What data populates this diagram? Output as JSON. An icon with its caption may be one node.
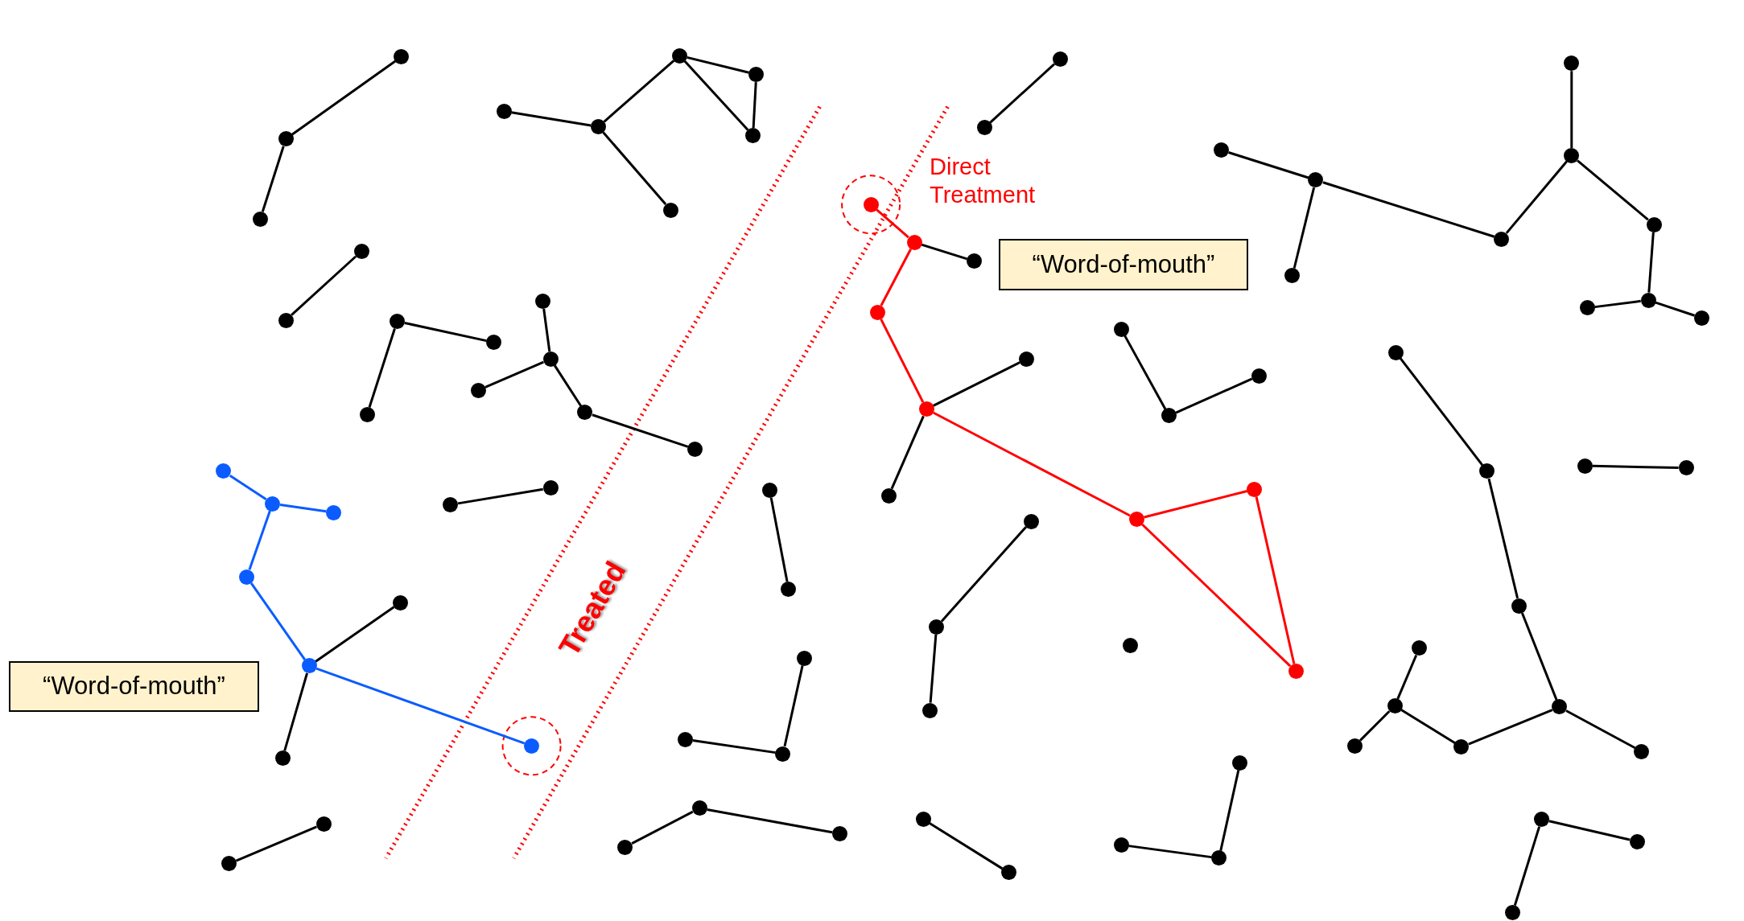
{
  "diagram": {
    "nodes": [
      {
        "text": [],
        "shape": "circle"
      },
      {
        "text": [],
        "shape": "circle"
      },
      {
        "text": [],
        "shape": "circle"
      },
      {
        "text": [],
        "shape": "circle"
      },
      {
        "text": [],
        "shape": "circle"
      },
      {
        "text": [],
        "shape": "circle"
      },
      {
        "text": [],
        "shape": "circle"
      },
      {
        "text": [],
        "shape": "circle"
      },
      {
        "text": [],
        "shape": "circle"
      },
      {
        "text": [],
        "shape": "circle"
      },
      {
        "text": [],
        "shape": "circle"
      },
      {
        "text": [],
        "shape": "circle"
      },
      {
        "text": [],
        "shape": "circle"
      },
      {
        "text": [],
        "shape": "circle"
      },
      {
        "text": [],
        "shape": "circle"
      },
      {
        "text": [],
        "shape": "circle"
      },
      {
        "text": [],
        "shape": "circle"
      },
      {
        "text": [],
        "shape": "circle"
      },
      {
        "text": [],
        "shape": "circle"
      },
      {
        "text": [],
        "shape": "circle"
      },
      {
        "text": [],
        "shape": "circle"
      },
      {
        "text": [],
        "shape": "circle"
      },
      {
        "text": [],
        "shape": "circle"
      },
      {
        "text": [],
        "shape": "circle"
      },
      {
        "text": [],
        "shape": "circle"
      },
      {
        "text": [],
        "shape": "circle"
      },
      {
        "text": [],
        "shape": "circle"
      },
      {
        "text": [],
        "shape": "circle"
      },
      {
        "text": [],
        "shape": "circle"
      },
      {
        "text": [],
        "shape": "circle"
      },
      {
        "text": [],
        "shape": "circle"
      },
      {
        "text": [],
        "shape": "circle"
      },
      {
        "text": [],
        "shape": "circle"
      },
      {
        "text": [],
        "shape": "circle"
      },
      {
        "text": [],
        "shape": "circle"
      },
      {
        "text": [],
        "shape": "circle"
      },
      {
        "text": [],
        "shape": "circle"
      },
      {
        "text": [],
        "shape": "circle"
      },
      {
        "text": [],
        "shape": "circle"
      },
      {
        "text": [],
        "shape": "circle"
      },
      {
        "text": [],
        "shape": "circle"
      },
      {
        "text": [],
        "shape": "circle"
      },
      {
        "text": [],
        "shape": "circle"
      },
      {
        "text": [],
        "shape": "circle"
      },
      {
        "text": [],
        "shape": "circle"
      },
      {
        "text": [],
        "shape": "circle"
      },
      {
        "text": [],
        "shape": "circle"
      },
      {
        "text": [],
        "shape": "circle"
      },
      {
        "text": [],
        "shape": "circle"
      },
      {
        "text": [],
        "shape": "circle"
      },
      {
        "text": [],
        "shape": "circle"
      },
      {
        "text": [],
        "shape": "circle"
      },
      {
        "text": [],
        "shape": "circle"
      },
      {
        "text": [],
        "shape": "circle"
      },
      {
        "text": [],
        "shape": "circle"
      },
      {
        "text": [],
        "shape": "circle"
      },
      {
        "text": [],
        "shape": "circle"
      },
      {
        "text": [],
        "shape": "circle"
      },
      {
        "text": [],
        "shape": "circle"
      },
      {
        "text": [],
        "shape": "circle"
      },
      {
        "text": [],
        "shape": "circle"
      },
      {
        "text": [],
        "shape": "circle"
      },
      {
        "text": [],
        "shape": "circle"
      },
      {
        "text": [],
        "shape": "circle"
      },
      {
        "text": [],
        "shape": "circle"
      },
      {
        "text": [],
        "shape": "circle"
      },
      {
        "text": [],
        "shape": "circle"
      },
      {
        "text": [],
        "shape": "circle"
      },
      {
        "text": [],
        "shape": "circle"
      },
      {
        "text": [],
        "shape": "circle"
      },
      {
        "text": [],
        "shape": "circle"
      },
      {
        "text": [],
        "shape": "circle"
      },
      {
        "text": [],
        "shape": "circle"
      },
      {
        "text": [],
        "shape": "circle"
      },
      {
        "text": [],
        "shape": "circle"
      },
      {
        "text": [],
        "shape": "circle"
      },
      {
        "text": [],
        "shape": "circle"
      },
      {
        "text": [],
        "shape": "circle"
      },
      {
        "text": [],
        "shape": "circle"
      },
      {
        "text": [],
        "shape": "circle"
      },
      {
        "text": [],
        "shape": "circle"
      },
      {
        "text": [],
        "shape": "circle"
      },
      {
        "text": [],
        "shape": "circle"
      },
      {
        "text": [],
        "shape": "circle"
      },
      {
        "text": [],
        "shape": "circle"
      },
      {
        "text": [],
        "shape": "circle"
      },
      {
        "text": [],
        "shape": "circle"
      },
      {
        "text": [
          "“Word-of-mouth”"
        ]
      },
      {
        "text": [
          "“Word-of-mouth”"
        ]
      }
    ],
    "edges": [
      {
        "from": 0,
        "to": 1,
        "arrow": "none"
      },
      {
        "from": 1,
        "to": 2,
        "arrow": "none"
      },
      {
        "from": 3,
        "to": 4,
        "arrow": "none"
      },
      {
        "from": 4,
        "to": 5,
        "arrow": "none"
      },
      {
        "from": 5,
        "to": 3,
        "arrow": "none"
      },
      {
        "from": 3,
        "to": 6,
        "arrow": "none"
      },
      {
        "from": 6,
        "to": 7,
        "arrow": "none"
      },
      {
        "from": 6,
        "to": 8,
        "arrow": "none"
      },
      {
        "from": 9,
        "to": 10,
        "arrow": "none"
      },
      {
        "from": 11,
        "to": 12,
        "arrow": "none"
      },
      {
        "from": 11,
        "to": 13,
        "arrow": "none"
      },
      {
        "from": 14,
        "to": 15,
        "arrow": "none"
      },
      {
        "from": 15,
        "to": 16,
        "arrow": "none"
      },
      {
        "from": 15,
        "to": 17,
        "arrow": "none"
      },
      {
        "from": 17,
        "to": 18,
        "arrow": "none"
      },
      {
        "from": 19,
        "to": 20,
        "arrow": "none",
        "color": "#0a5cff"
      },
      {
        "from": 20,
        "to": 21,
        "arrow": "none",
        "color": "#0a5cff"
      },
      {
        "from": 20,
        "to": 22,
        "arrow": "none",
        "color": "#0a5cff"
      },
      {
        "from": 22,
        "to": 23,
        "arrow": "none",
        "color": "#0a5cff"
      },
      {
        "from": 23,
        "to": 24,
        "arrow": "none",
        "color": "#0a5cff"
      },
      {
        "from": 23,
        "to": 25,
        "arrow": "none"
      },
      {
        "from": 23,
        "to": 26,
        "arrow": "none"
      },
      {
        "from": 27,
        "to": 28,
        "arrow": "none"
      },
      {
        "from": 29,
        "to": 30,
        "arrow": "none"
      },
      {
        "from": 31,
        "to": 32,
        "arrow": "none"
      },
      {
        "from": 33,
        "to": 34,
        "arrow": "none",
        "color": "#ff0000"
      },
      {
        "from": 34,
        "to": 35,
        "arrow": "none"
      },
      {
        "from": 34,
        "to": 36,
        "arrow": "none",
        "color": "#ff0000"
      },
      {
        "from": 36,
        "to": 37,
        "arrow": "none",
        "color": "#ff0000"
      },
      {
        "from": 37,
        "to": 38,
        "arrow": "none"
      },
      {
        "from": 37,
        "to": 39,
        "arrow": "none"
      },
      {
        "from": 37,
        "to": 40,
        "arrow": "none",
        "color": "#ff0000"
      },
      {
        "from": 40,
        "to": 41,
        "arrow": "none",
        "color": "#ff0000"
      },
      {
        "from": 41,
        "to": 42,
        "arrow": "none",
        "color": "#ff0000"
      },
      {
        "from": 40,
        "to": 42,
        "arrow": "none",
        "color": "#ff0000"
      },
      {
        "from": 43,
        "to": 44,
        "arrow": "none"
      },
      {
        "from": 45,
        "to": 46,
        "arrow": "none"
      },
      {
        "from": 46,
        "to": 47,
        "arrow": "none"
      },
      {
        "from": 48,
        "to": 49,
        "arrow": "none"
      },
      {
        "from": 49,
        "to": 50,
        "arrow": "none"
      },
      {
        "from": 52,
        "to": 53,
        "arrow": "none"
      },
      {
        "from": 53,
        "to": 54,
        "arrow": "none"
      },
      {
        "from": 55,
        "to": 56,
        "arrow": "none"
      },
      {
        "from": 55,
        "to": 57,
        "arrow": "none"
      },
      {
        "from": 58,
        "to": 59,
        "arrow": "none"
      },
      {
        "from": 60,
        "to": 61,
        "arrow": "none"
      },
      {
        "from": 61,
        "to": 62,
        "arrow": "none"
      },
      {
        "from": 63,
        "to": 64,
        "arrow": "none"
      },
      {
        "from": 64,
        "to": 65,
        "arrow": "none"
      },
      {
        "from": 64,
        "to": 66,
        "arrow": "none"
      },
      {
        "from": 66,
        "to": 68,
        "arrow": "none"
      },
      {
        "from": 67,
        "to": 68,
        "arrow": "none"
      },
      {
        "from": 68,
        "to": 69,
        "arrow": "none"
      },
      {
        "from": 69,
        "to": 70,
        "arrow": "none"
      },
      {
        "from": 70,
        "to": 71,
        "arrow": "none"
      },
      {
        "from": 70,
        "to": 72,
        "arrow": "none"
      },
      {
        "from": 73,
        "to": 74,
        "arrow": "none"
      },
      {
        "from": 75,
        "to": 76,
        "arrow": "none"
      },
      {
        "from": 76,
        "to": 77,
        "arrow": "none"
      },
      {
        "from": 77,
        "to": 78,
        "arrow": "none"
      },
      {
        "from": 78,
        "to": 79,
        "arrow": "none"
      },
      {
        "from": 78,
        "to": 80,
        "arrow": "none"
      },
      {
        "from": 80,
        "to": 81,
        "arrow": "none"
      },
      {
        "from": 81,
        "to": 82,
        "arrow": "none"
      },
      {
        "from": 81,
        "to": 83,
        "arrow": "none"
      },
      {
        "from": 84,
        "to": 85,
        "arrow": "none"
      },
      {
        "from": 84,
        "to": 86,
        "arrow": "none"
      }
    ],
    "labels": [
      "Direct Treatment",
      "Treated"
    ]
  }
}
